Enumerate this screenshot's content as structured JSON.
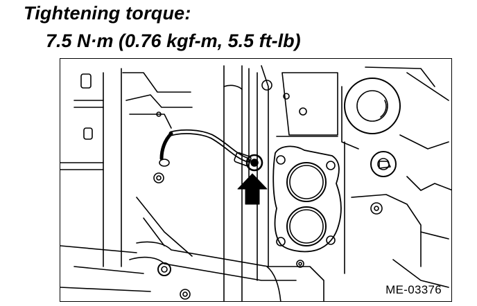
{
  "heading": "Tightening torque:",
  "torque_spec": "7.5 N·m (0.76 kgf-m, 5.5 ft-lb)",
  "figure": {
    "id": "ME-03376",
    "arrow_icon": "up-arrow-icon"
  }
}
